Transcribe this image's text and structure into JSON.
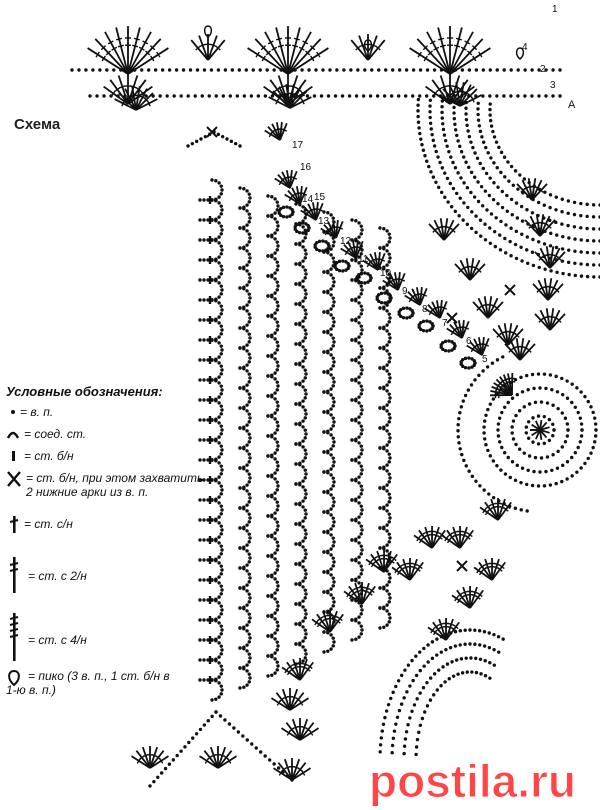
{
  "title": "Схема",
  "legend": {
    "title": "Условные обозначения:",
    "items": [
      {
        "symbol": "dot-icon",
        "text": "= в. п."
      },
      {
        "symbol": "arch-icon",
        "text": "= соед. ст."
      },
      {
        "symbol": "short-bar-icon",
        "text": "= ст. б/н"
      },
      {
        "symbol": "x-icon",
        "text": "= ст. б/н, при этом захватить",
        "text2": "2 нижние арки из в. п."
      },
      {
        "symbol": "stitch-1-icon",
        "text": "= ст. с/н"
      },
      {
        "symbol": "stitch-2-icon",
        "text": "= ст. с 2/н"
      },
      {
        "symbol": "stitch-4-icon",
        "text": "= ст. с 4/н"
      },
      {
        "symbol": "picot-icon",
        "text": "= пико (3 в. п., 1 ст. б/н в",
        "text2": "1-ю в. п.)"
      }
    ]
  },
  "row_numbers": [
    "1",
    "2",
    "3",
    "4",
    "5",
    "6",
    "7",
    "8",
    "9",
    "10",
    "11",
    "12",
    "13",
    "14",
    "15",
    "16",
    "17"
  ],
  "marker": "A",
  "watermark": "postila.ru"
}
